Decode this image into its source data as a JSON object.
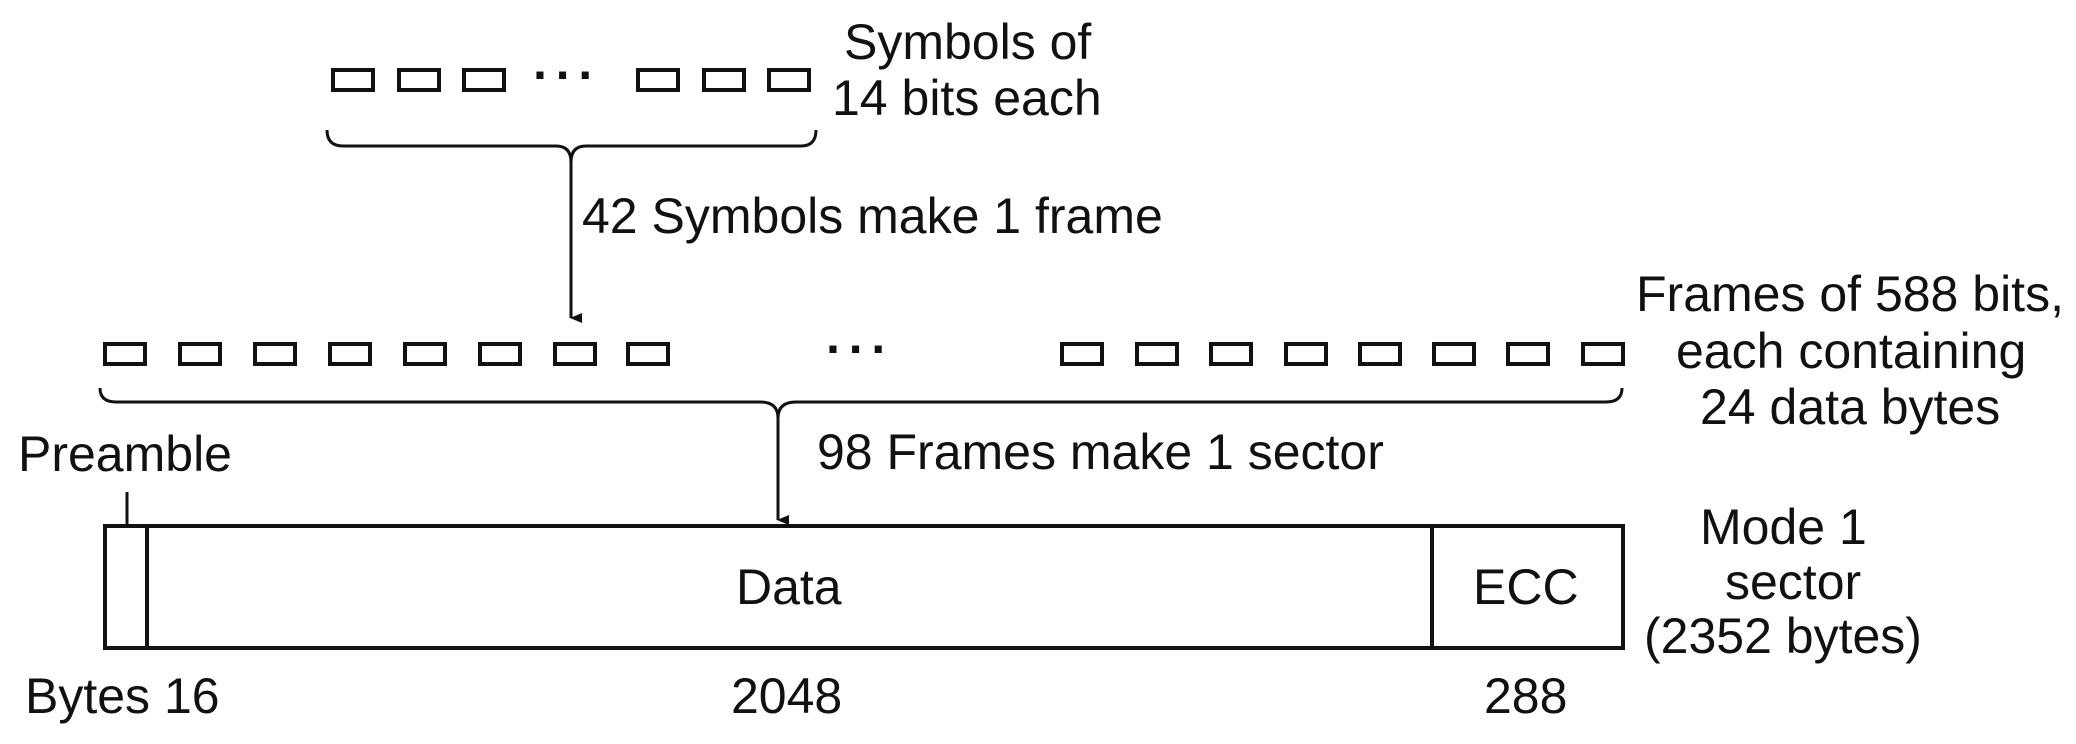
{
  "symbols": {
    "label_line1": "Symbols of",
    "label_line2": "14 bits each",
    "ellipsis": "···"
  },
  "frame_step": {
    "label": "42 Symbols make 1 frame"
  },
  "frames": {
    "label_line1": "Frames of 588 bits,",
    "label_line2": "each containing",
    "label_line3": "24 data bytes",
    "ellipsis": "···"
  },
  "sector_step": {
    "label": "98 Frames make 1 sector"
  },
  "sector": {
    "preamble_label": "Preamble",
    "data_label": "Data",
    "ecc_label": "ECC",
    "mode_line1": "Mode 1",
    "mode_line2": "sector",
    "mode_line3": "(2352 bytes)",
    "bytes_label": "Bytes 16",
    "data_bytes": "2048",
    "ecc_bytes": "288"
  }
}
